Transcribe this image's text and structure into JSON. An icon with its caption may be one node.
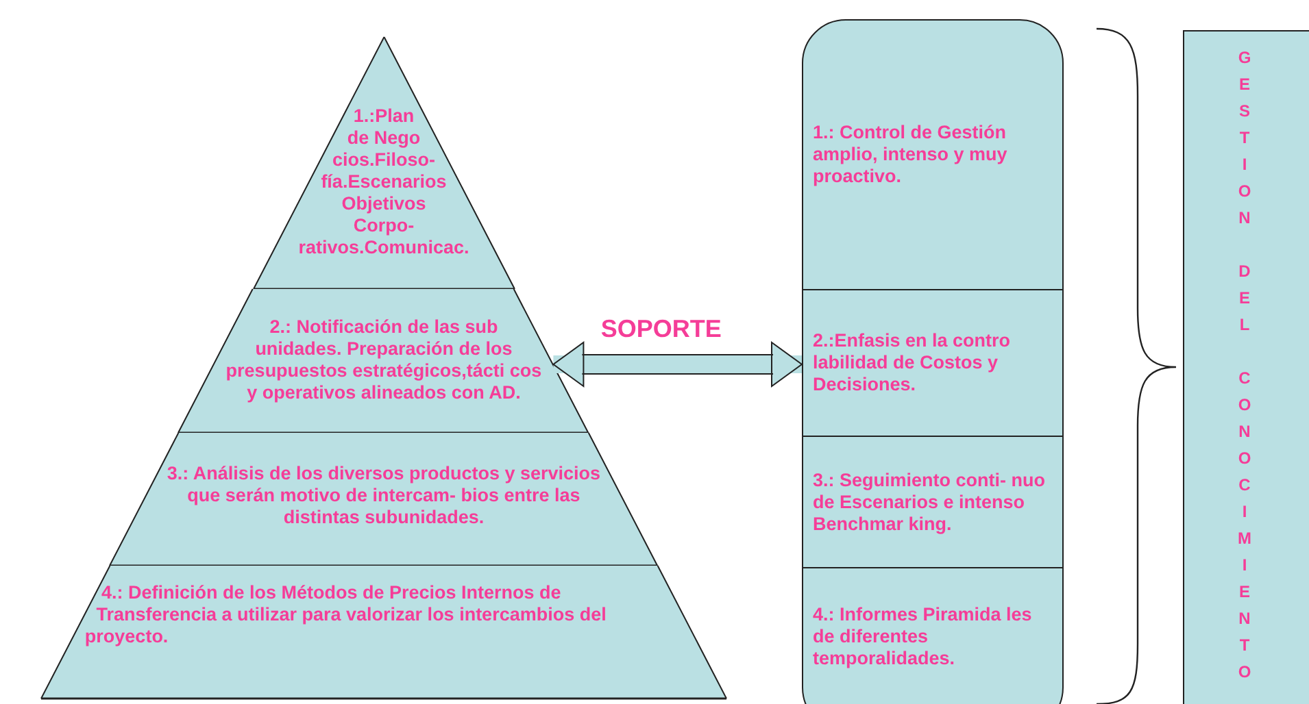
{
  "diagram": {
    "nodes": [
      {
        "text": [
          "1.:Plan de Nego cios.Filoso- fía.Escenarios Objetivos Corpo- rativos.Comunicac."
        ]
      },
      {
        "text": [
          "2.: Notificación de las sub unidades. Preparación de los presupuestos estratégicos,tácti cos y operativos alineados con AD."
        ]
      },
      {
        "text": [
          "3.: Análisis de los diversos productos y servicios que serán motivo de intercam- bios entre las distintas subunidades."
        ]
      },
      {
        "text": [
          "4.: Definición de los Métodos de  Precios Internos de Transferencia a utilizar para valorizar los intercambios del  proyecto."
        ]
      },
      {
        "text": [
          "1.: Control de Gestión amplio, intenso y muy proactivo."
        ]
      },
      {
        "text": [
          "2.:Enfasis en la contro labilidad de Costos y Decisiones."
        ]
      },
      {
        "text": [
          "3.: Seguimiento conti- nuo de Escenarios e intenso Benchmar king."
        ]
      },
      {
        "text": [
          "4.: Informes Piramida les de diferentes temporalidades."
        ]
      },
      {
        "text": [
          "GESTION DEL CONOCIMIENTO"
        ]
      }
    ],
    "edges": [
      {
        "from": 1,
        "to": 5,
        "arrow": "both",
        "label": "SOPORTE"
      }
    ]
  }
}
